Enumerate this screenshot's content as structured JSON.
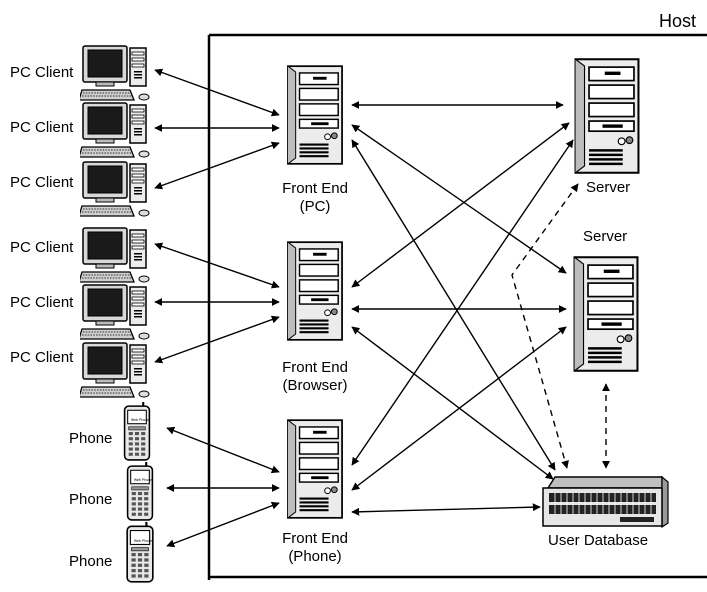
{
  "host_label": "Host",
  "pc_client_label": "PC Client",
  "phone_label": "Phone",
  "phone_screen_text": "Web Phone",
  "front_ends": [
    {
      "line1": "Front End",
      "line2": "(PC)"
    },
    {
      "line1": "Front End",
      "line2": "(Browser)"
    },
    {
      "line1": "Front End",
      "line2": "(Phone)"
    }
  ],
  "servers": [
    "Server",
    "Server"
  ],
  "database_label": "User Database",
  "colors": {
    "line": "#000000",
    "background": "#ffffff"
  }
}
